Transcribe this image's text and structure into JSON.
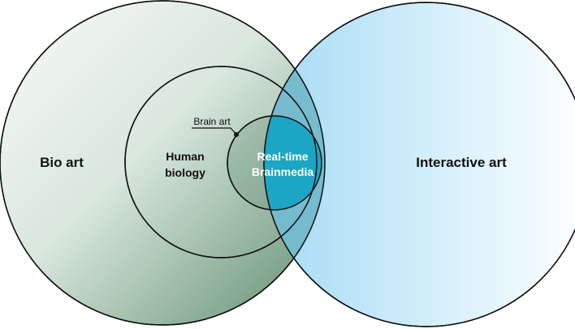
{
  "sets": {
    "bio_art": {
      "label": "Bio art"
    },
    "human_biology": {
      "label_line1": "Human",
      "label_line2": "biology"
    },
    "brain_art": {
      "label": "Brain art"
    },
    "realtime_brainmedia": {
      "label_line1": "Real-time",
      "label_line2": "Brainmedia"
    },
    "interactive_art": {
      "label": "Interactive art"
    }
  },
  "colors": {
    "bio_art_light": "#f6faf7",
    "bio_art_dark": "#628f71",
    "interactive_light": "#ffffff",
    "interactive_dark": "#9fd8f3",
    "overlap": "#73b8c9",
    "core": "#1fa7c3",
    "outline": "#111111"
  }
}
